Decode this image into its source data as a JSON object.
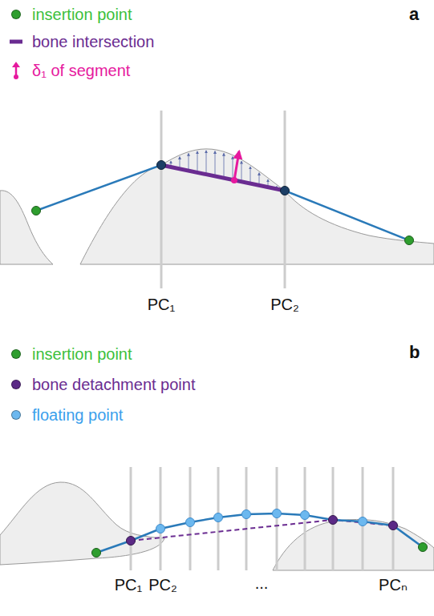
{
  "diagram": {
    "labels": [
      "a",
      "PC₁",
      "PC₂",
      "b",
      "PC₁",
      "PC₂",
      "...",
      "PCₙ"
    ],
    "legend": [
      {
        "text": "insertion point",
        "color": "#2e9e2e"
      },
      {
        "text": "bone intersection"
      },
      {
        "text": "δ₁ of segment"
      },
      {
        "text": "insertion point",
        "color": "#2e9e2e"
      },
      {
        "text": "bone detachment point",
        "color": "#5b2a86"
      },
      {
        "text": "floating point",
        "color": "#6cb8ef"
      }
    ]
  }
}
